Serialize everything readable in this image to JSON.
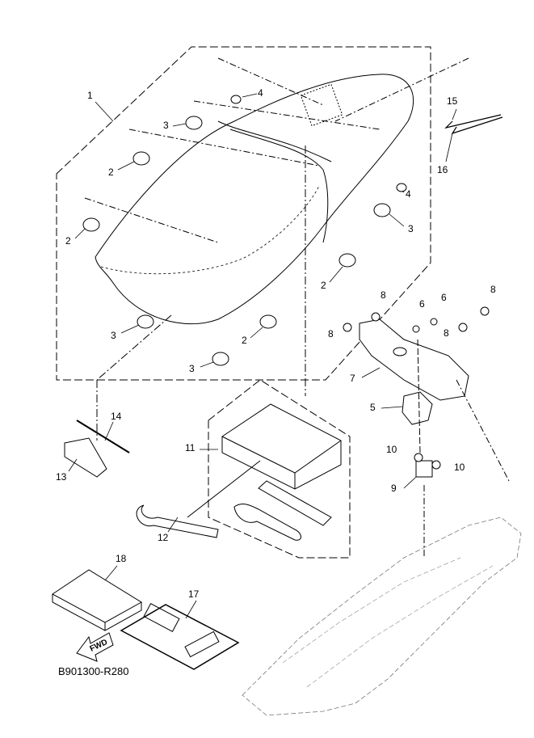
{
  "diagram_code": "B901300-R280",
  "fwd_label": "FWD",
  "callouts": [
    {
      "id": "c1",
      "label": "1"
    },
    {
      "id": "c4a",
      "label": "4"
    },
    {
      "id": "c3a",
      "label": "3"
    },
    {
      "id": "c2a",
      "label": "2"
    },
    {
      "id": "c2b",
      "label": "2"
    },
    {
      "id": "c4b",
      "label": "4"
    },
    {
      "id": "c3b",
      "label": "3"
    },
    {
      "id": "c2c",
      "label": "2"
    },
    {
      "id": "c2d",
      "label": "2"
    },
    {
      "id": "c3c",
      "label": "3"
    },
    {
      "id": "c3d",
      "label": "3"
    },
    {
      "id": "c15",
      "label": "15"
    },
    {
      "id": "c16",
      "label": "16"
    },
    {
      "id": "c8a",
      "label": "8"
    },
    {
      "id": "c6a",
      "label": "6"
    },
    {
      "id": "c6b",
      "label": "6"
    },
    {
      "id": "c8b",
      "label": "8"
    },
    {
      "id": "c8c",
      "label": "8"
    },
    {
      "id": "c8d",
      "label": "8"
    },
    {
      "id": "c7",
      "label": "7"
    },
    {
      "id": "c5",
      "label": "5"
    },
    {
      "id": "c11",
      "label": "11"
    },
    {
      "id": "c14",
      "label": "14"
    },
    {
      "id": "c13",
      "label": "13"
    },
    {
      "id": "c12",
      "label": "12"
    },
    {
      "id": "c10a",
      "label": "10"
    },
    {
      "id": "c10b",
      "label": "10"
    },
    {
      "id": "c9",
      "label": "9"
    },
    {
      "id": "c18",
      "label": "18"
    },
    {
      "id": "c17",
      "label": "17"
    }
  ]
}
